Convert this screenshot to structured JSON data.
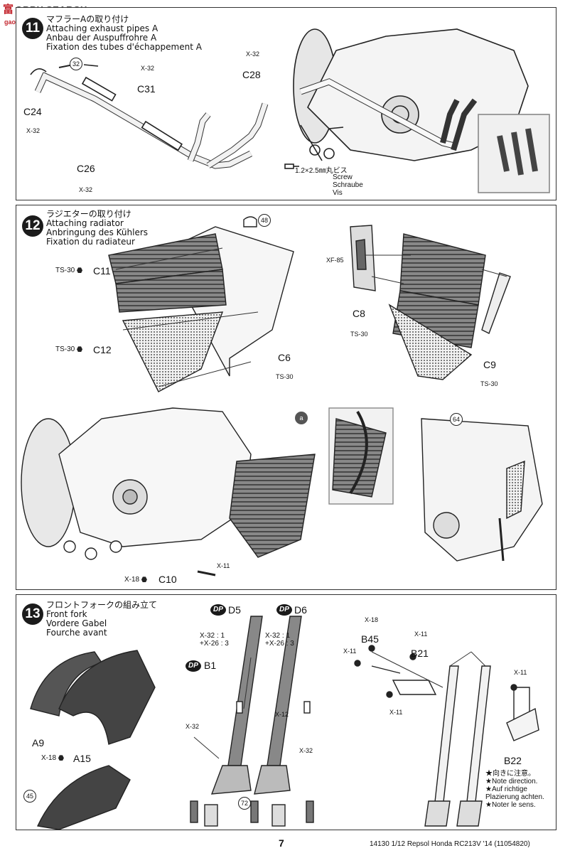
{
  "watermark": {
    "cn": "富",
    "en": "OBBY SEARCH",
    "url": "gao.shop.com"
  },
  "steps": [
    {
      "num": "11",
      "titles": [
        "マフラーAの取り付け",
        "Attaching exhaust pipes A",
        "Anbau der Auspuffrohre A",
        "Fixation des tubes d'échappement A"
      ]
    },
    {
      "num": "12",
      "titles": [
        "ラジエターの取り付け",
        "Attaching radiator",
        "Anbringung des Kühlers",
        "Fixation du radiateur"
      ]
    },
    {
      "num": "13",
      "titles": [
        "フロントフォークの組み立て",
        "Front fork",
        "Vordere Gabel",
        "Fourche avant"
      ]
    }
  ],
  "labels11": {
    "c24": "C24",
    "c24_sub": "X-32",
    "c31": "C31",
    "c31_sub": "X-32",
    "c28": "C28",
    "c28_sub": "X-32",
    "c26": "C26",
    "c26_sub": "X-32",
    "ref32": "32",
    "screw_size": "1.2×2.5㎜丸ビス",
    "screw": [
      "Screw",
      "Schraube",
      "Vis"
    ]
  },
  "labels12": {
    "c11": "C11",
    "c11_sub": "TS-30",
    "c12": "C12",
    "c12_sub": "TS-30",
    "c6": "C6",
    "c6_sub": "TS-30",
    "c8": "C8",
    "c8_sub": "TS-30",
    "xf85": "XF-85",
    "c9": "C9",
    "c9_sub": "TS-30",
    "ref48": "48",
    "ref_a": "a",
    "ref64": "64",
    "c10": "C10",
    "c10_sub": "X-18",
    "x11": "X-11"
  },
  "labels13": {
    "dp": "DP",
    "d5": "D5",
    "d6": "D6",
    "b1": "B1",
    "mix1": "X-32 : 1",
    "mix2": "+X-26 : 3",
    "x32": "X-32",
    "x12": "X-12",
    "a9": "A9",
    "a15": "A15",
    "a15_sub": "X-18",
    "ref45": "45",
    "ref72": "72",
    "b45": "B45",
    "b45_sub": "X-18",
    "b21": "B21",
    "x11": "X-11",
    "b22": "B22",
    "notes": [
      "★向きに注意。",
      "★Note direction.",
      "★Auf richtige",
      "Plazierung achten.",
      "★Noter le sens."
    ]
  },
  "footer": {
    "page": "7",
    "product": "14130 1/12 Repsol Honda RC213V '14 (11054820)"
  }
}
